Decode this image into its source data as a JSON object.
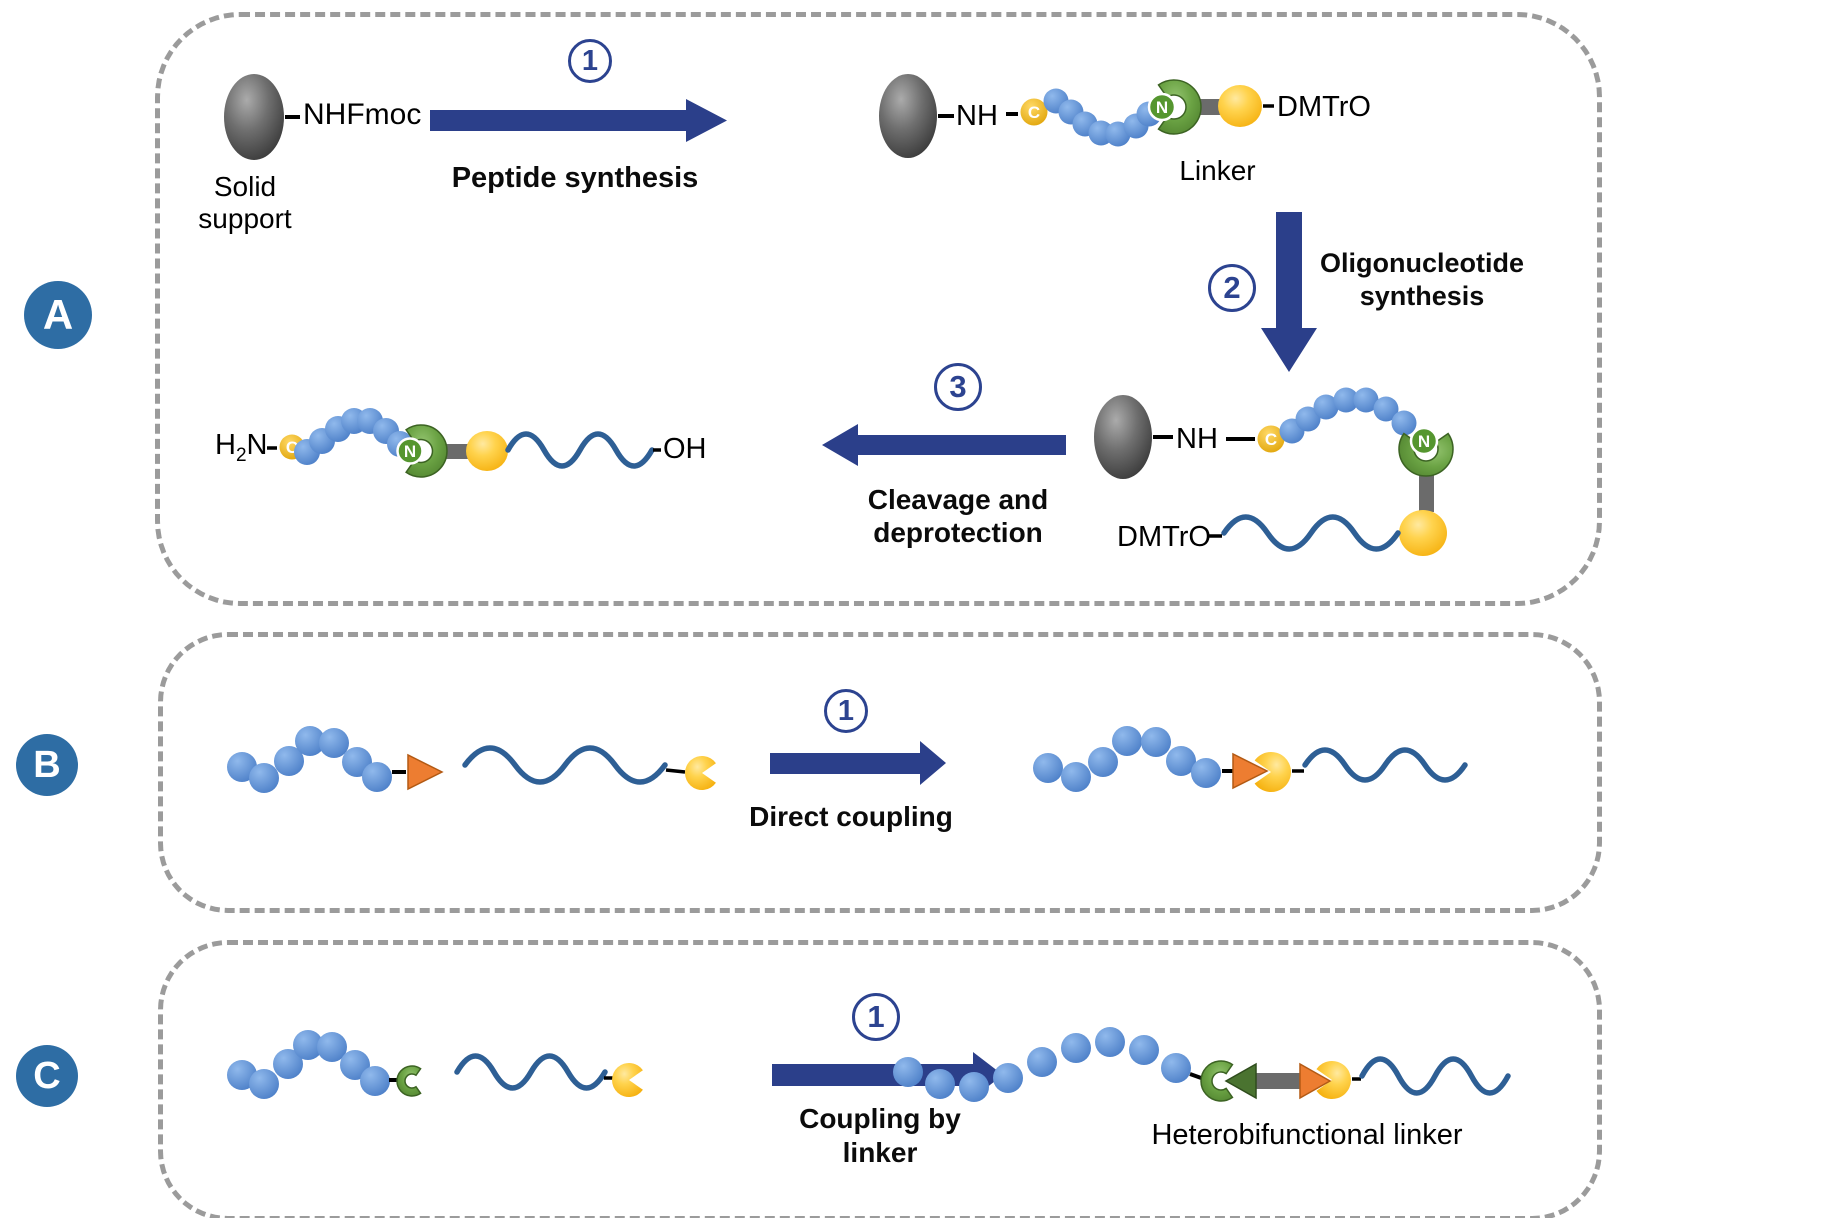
{
  "colors": {
    "arrow_navy": "#2b3f8a",
    "badge_number_navy": "#2c4390",
    "panel_badge_blue": "#2e6da4",
    "bead_blue": "#4a84d2",
    "oligo_wave_blue": "#2e5f95",
    "peptide_c_gold": "#e2a40e",
    "linker_yellow": "#fdc000",
    "linker_green": "#55962f",
    "reactive_orange": "#ed7d31",
    "dark_green_triangle": "#4a7330",
    "connector_gray": "#6b6b6b",
    "support_gray": "#4d4d4d",
    "panel_border_gray": "#9b9b9b",
    "text_black": "#000000"
  },
  "panel_a": {
    "badge": "A",
    "solid_support_label": "Solid support",
    "nhfmoc_label": "NHFmoc",
    "step1_number": "1",
    "step1_label": "Peptide synthesis",
    "nh_label": "NH",
    "c_terminus_letter": "C",
    "n_terminus_letter": "N",
    "dmtro_label": "DMTrO",
    "linker_label": "Linker",
    "step2_number": "2",
    "step2_label": "Oligonucleotide synthesis",
    "step3_number": "3",
    "step3_label": "Cleavage and deprotection",
    "h2n_h": "H",
    "h2n_sub": "2",
    "h2n_n": "N",
    "oh_label": "OH"
  },
  "panel_b": {
    "badge": "B",
    "step1_number": "1",
    "step1_label": "Direct coupling"
  },
  "panel_c": {
    "badge": "C",
    "step1_number": "1",
    "step1_label": "Coupling by linker",
    "heterobifunctional_label": "Heterobifunctional linker"
  }
}
